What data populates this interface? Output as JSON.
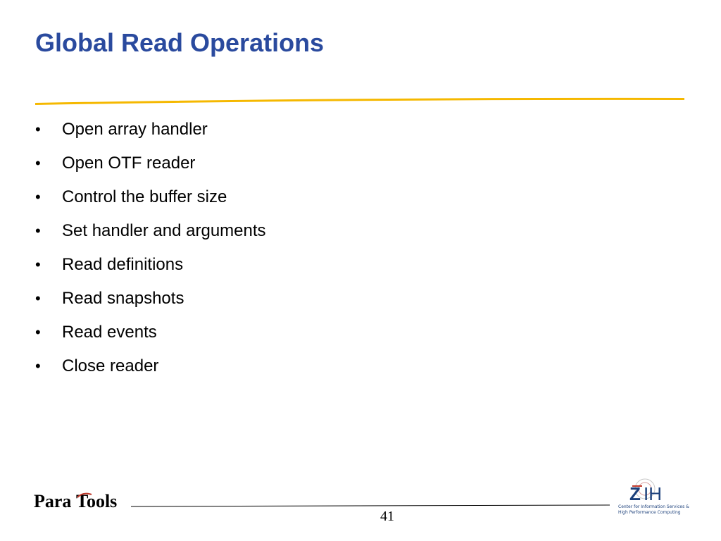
{
  "slide": {
    "title": "Global Read Operations",
    "bullets": [
      "Open array handler",
      "Open OTF reader",
      "Control the buffer size",
      "Set handler and arguments",
      "Read definitions",
      "Read snapshots",
      "Read events",
      "Close reader"
    ],
    "bullet_glyph": "•",
    "page_number": "41"
  },
  "footer": {
    "left_logo": {
      "text": "ParaTools",
      "icon": "paratools-logo"
    },
    "right_logo": {
      "mark": "ZIH",
      "caption_line1": "Center for Information Services &",
      "caption_line2": "High Performance Computing",
      "icon": "zih-logo"
    }
  },
  "colors": {
    "title": "#2a4a9e",
    "accent_rule": "#f5b800",
    "text": "#000000",
    "zih_blue": "#1b3f7a",
    "zih_red": "#c0392b"
  }
}
